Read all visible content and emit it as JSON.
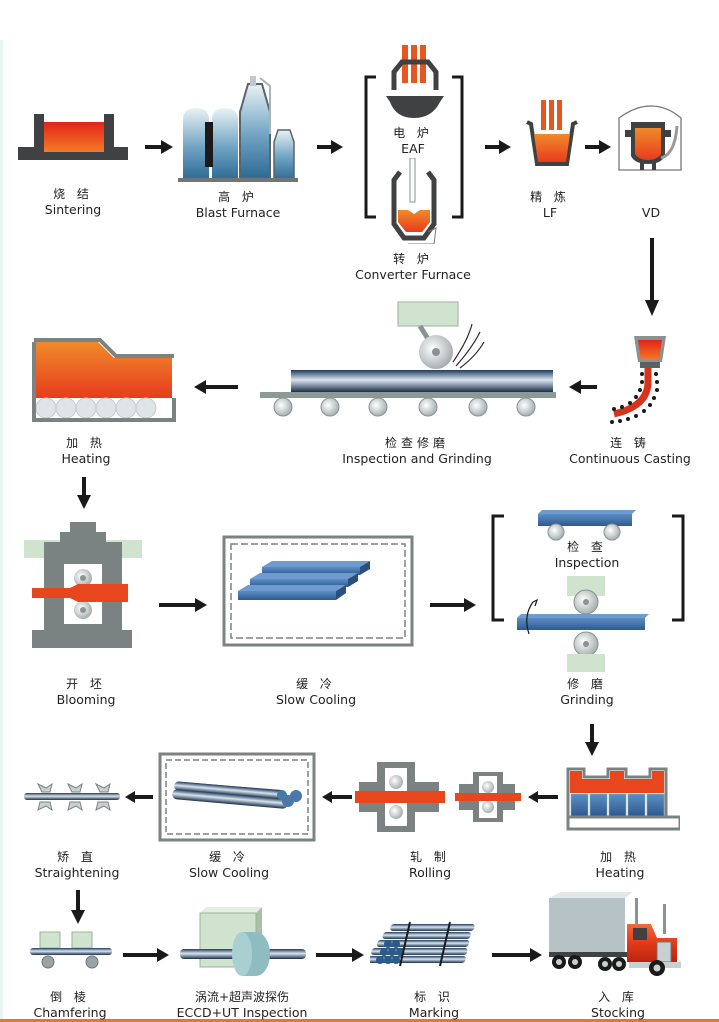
{
  "diagram": {
    "title": "Steel bar production process flow",
    "colors": {
      "molten": "#e8461c",
      "steel_blue": "#3c6ea6",
      "frame_gray": "#7b8382",
      "pale_green": "#cfe3cf",
      "arrow": "#1a1a1a",
      "truck_red": "#d52a22",
      "bottom_rule": "#e8772e"
    },
    "steps": [
      {
        "id": "sintering",
        "cn": "烧 结",
        "en": "Sintering",
        "icon": "sintering-bed-icon"
      },
      {
        "id": "blast-furnace",
        "cn": "高 炉",
        "en": "Blast Furnace",
        "icon": "blast-furnace-icon"
      },
      {
        "id": "eaf",
        "cn": "电 炉",
        "en": "EAF",
        "icon": "electric-arc-furnace-icon"
      },
      {
        "id": "converter",
        "cn": "转 炉",
        "en": "Converter Furnace",
        "icon": "converter-furnace-icon"
      },
      {
        "id": "lf",
        "cn": "精 炼",
        "en": "LF",
        "icon": "ladle-furnace-icon"
      },
      {
        "id": "vd",
        "cn": "",
        "en": "VD",
        "icon": "vacuum-degassing-icon"
      },
      {
        "id": "continuous-casting",
        "cn": "连 铸",
        "en": "Continuous Casting",
        "icon": "continuous-caster-icon"
      },
      {
        "id": "inspection-grinding",
        "cn": "检查修磨",
        "en": "Inspection and Grinding",
        "icon": "grinding-conveyor-icon"
      },
      {
        "id": "heating-1",
        "cn": "加 热",
        "en": "Heating",
        "icon": "reheating-furnace-icon"
      },
      {
        "id": "blooming",
        "cn": "开 坯",
        "en": "Blooming",
        "icon": "blooming-mill-icon"
      },
      {
        "id": "slow-cooling-1",
        "cn": "缓 冷",
        "en": "Slow Cooling",
        "icon": "billet-cooling-pit-icon"
      },
      {
        "id": "inspection",
        "cn": "检 查",
        "en": "Inspection",
        "icon": "inspection-rollers-icon"
      },
      {
        "id": "grinding",
        "cn": "修 磨",
        "en": "Grinding",
        "icon": "grinding-wheel-icon"
      },
      {
        "id": "heating-2",
        "cn": "加 热",
        "en": "Heating",
        "icon": "walking-beam-furnace-icon"
      },
      {
        "id": "rolling",
        "cn": "轧 制",
        "en": "Rolling",
        "icon": "rolling-mill-icon"
      },
      {
        "id": "slow-cooling-2",
        "cn": "缓 冷",
        "en": "Slow Cooling",
        "icon": "bar-cooling-pit-icon"
      },
      {
        "id": "straightening",
        "cn": "矫 直",
        "en": "Straightening",
        "icon": "straightening-rolls-icon"
      },
      {
        "id": "chamfering",
        "cn": "倒 棱",
        "en": "Chamfering",
        "icon": "chamfering-machine-icon"
      },
      {
        "id": "eccd-ut",
        "cn": "涡流+超声波探伤",
        "en": "ECCD+UT Inspection",
        "icon": "eddy-current-ut-tester-icon"
      },
      {
        "id": "marking",
        "cn": "标 识",
        "en": "Marking",
        "icon": "bar-bundle-icon"
      },
      {
        "id": "stocking",
        "cn": "入 库",
        "en": "Stocking",
        "icon": "truck-icon"
      }
    ],
    "flow": [
      [
        "sintering",
        "blast-furnace"
      ],
      [
        "blast-furnace",
        "eaf|converter"
      ],
      [
        "eaf|converter",
        "lf"
      ],
      [
        "lf",
        "vd"
      ],
      [
        "vd",
        "continuous-casting"
      ],
      [
        "continuous-casting",
        "inspection-grinding"
      ],
      [
        "inspection-grinding",
        "heating-1"
      ],
      [
        "heating-1",
        "blooming"
      ],
      [
        "blooming",
        "slow-cooling-1"
      ],
      [
        "slow-cooling-1",
        "inspection|grinding"
      ],
      [
        "inspection|grinding",
        "heating-2"
      ],
      [
        "heating-2",
        "rolling"
      ],
      [
        "rolling",
        "slow-cooling-2"
      ],
      [
        "slow-cooling-2",
        "straightening"
      ],
      [
        "straightening",
        "chamfering"
      ],
      [
        "chamfering",
        "eccd-ut"
      ],
      [
        "eccd-ut",
        "marking"
      ],
      [
        "marking",
        "stocking"
      ]
    ]
  }
}
